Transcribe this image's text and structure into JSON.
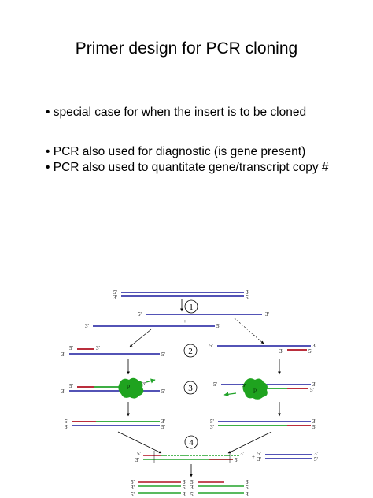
{
  "slide": {
    "title": "Primer design for PCR cloning",
    "bullets": [
      "• special case for when the insert is to be cloned",
      "• PCR also used for diagnostic (is gene present)",
      "• PCR also used to quantitate gene/transcript copy #"
    ]
  },
  "diagram": {
    "step_labels": [
      "1",
      "2",
      "3",
      "4"
    ],
    "end_5": "5'",
    "end_3": "3'",
    "plus": "+",
    "polymerase_label": "P",
    "colors": {
      "template_strand": "#1a1a9e",
      "primer": "#b01020",
      "new_strand": "#22a32a",
      "polymerase": "#1fa31f",
      "arrow": "#000000"
    }
  }
}
